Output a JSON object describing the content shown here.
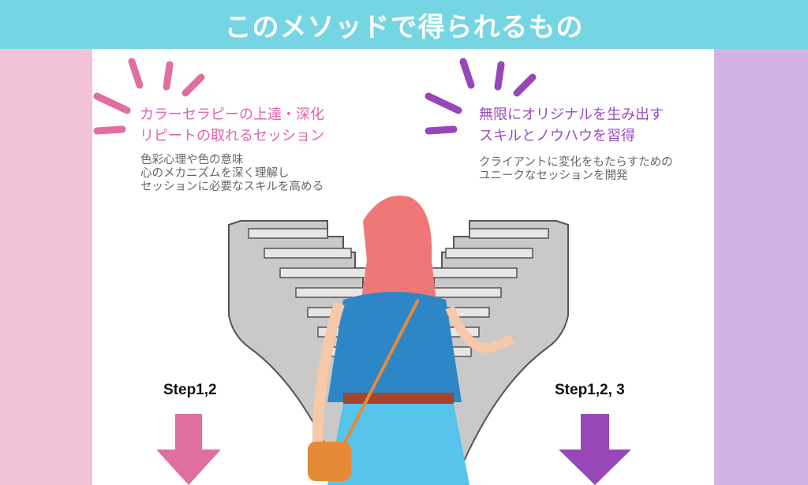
{
  "title": "このメソッドで得られるもの",
  "left": {
    "heading": [
      "カラーセラピーの上達・深化",
      "リピートの取れるセッション"
    ],
    "body": [
      "色彩心理や色の意味",
      "心のメカニズムを深く理解し",
      "セッションに必要なスキルを高める"
    ],
    "step": "Step1,2",
    "color": "#e06fa0"
  },
  "right": {
    "heading": [
      "無限にオリジナルを生み出す",
      "スキルとノウハウを習得"
    ],
    "body": [
      "クライアントに変化をもたらすための",
      "ユニークなセッションを開発"
    ],
    "step": "Step1,2, 3",
    "color": "#9747b8"
  }
}
